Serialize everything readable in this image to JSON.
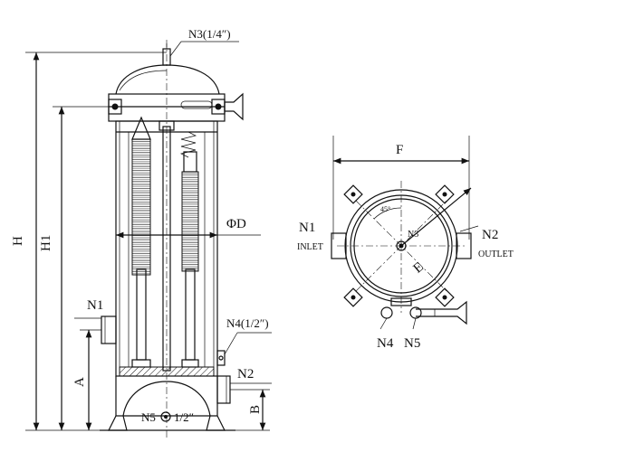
{
  "labels": {
    "n3_top": "N3(1/4″)",
    "h": "H",
    "h1": "H1",
    "phi_d": "ΦD",
    "n1_side": "N1",
    "a": "A",
    "n4_side": "N4(1/2″)",
    "n2_side": "N2",
    "b": "B",
    "n5_bottom": "N5",
    "n5_size": "1/2″",
    "f": "F",
    "n1_top": "N1",
    "inlet": "INLET",
    "angle": "45°",
    "n3_top_view": "N3",
    "n2_top": "N2",
    "outlet": "OUTLET",
    "e": "E",
    "n4_top": "N4",
    "n5_top": "N5"
  },
  "colors": {
    "line": "#111111",
    "background": "#ffffff"
  }
}
